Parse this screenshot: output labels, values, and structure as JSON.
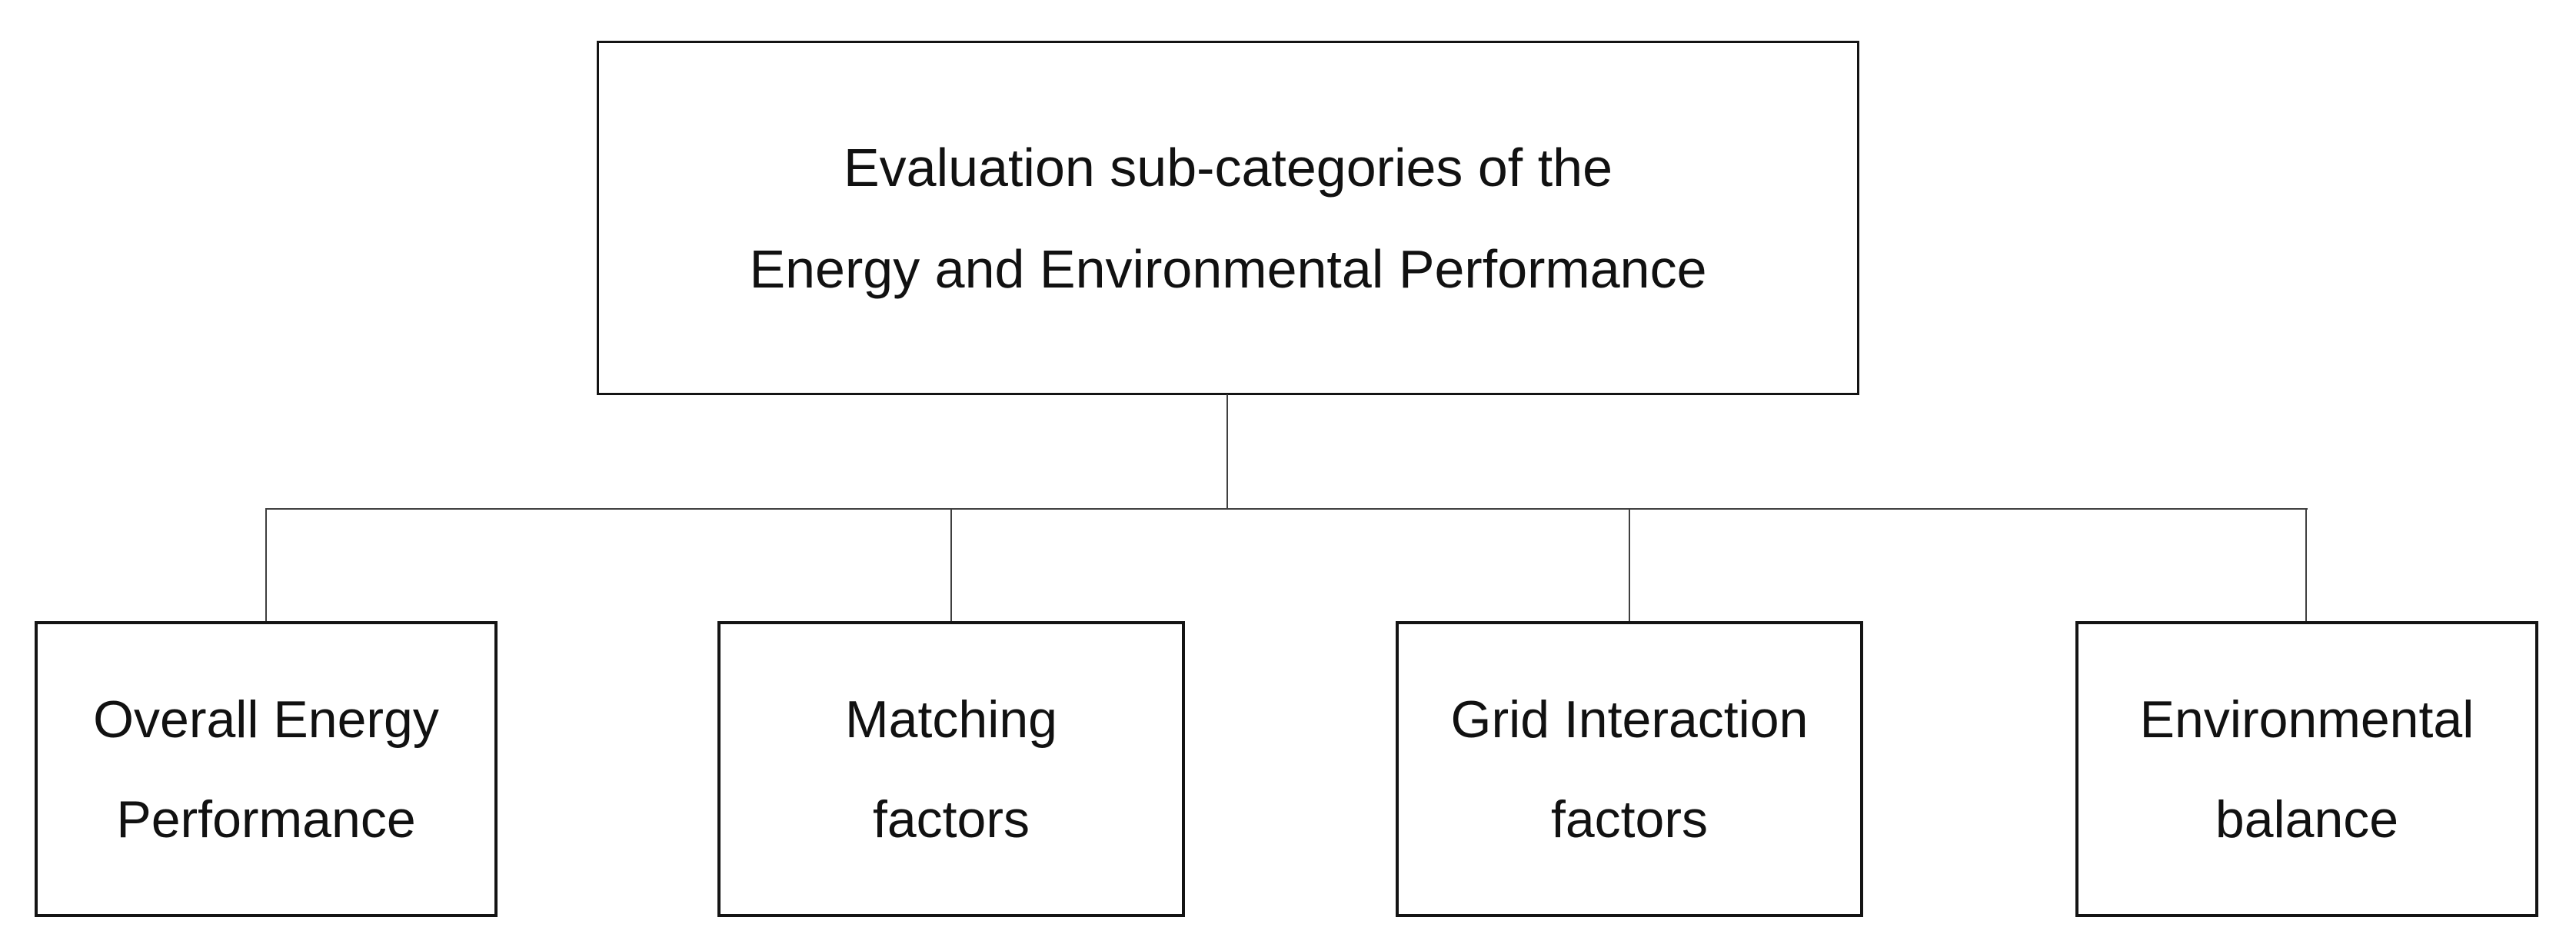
{
  "diagram": {
    "type": "hierarchy-tree",
    "colors": {
      "background": "#ffffff",
      "box_border": "#141414",
      "text": "#111111",
      "connector": "#3f3f3f"
    },
    "root": {
      "lines": [
        "Evaluation sub-categories of the",
        "Energy and Environmental Performance"
      ]
    },
    "children": [
      {
        "lines": [
          "Overall Energy",
          "Performance"
        ]
      },
      {
        "lines": [
          "Matching",
          "factors"
        ]
      },
      {
        "lines": [
          "Grid Interaction",
          "factors"
        ]
      },
      {
        "lines": [
          "Environmental",
          "balance"
        ]
      }
    ]
  }
}
